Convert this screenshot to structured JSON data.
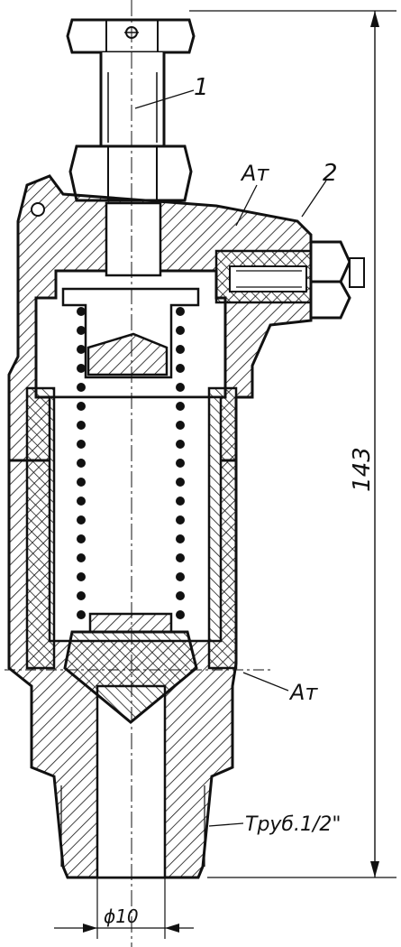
{
  "labels": {
    "part1": "1",
    "part2": "2",
    "at_top": "Ат",
    "at_bottom": "Ат",
    "height_dim": "143",
    "pipe": "Труб.1/2\"",
    "diameter": "ϕ10"
  },
  "colors": {
    "ink": "#111111",
    "paper": "#ffffff"
  }
}
